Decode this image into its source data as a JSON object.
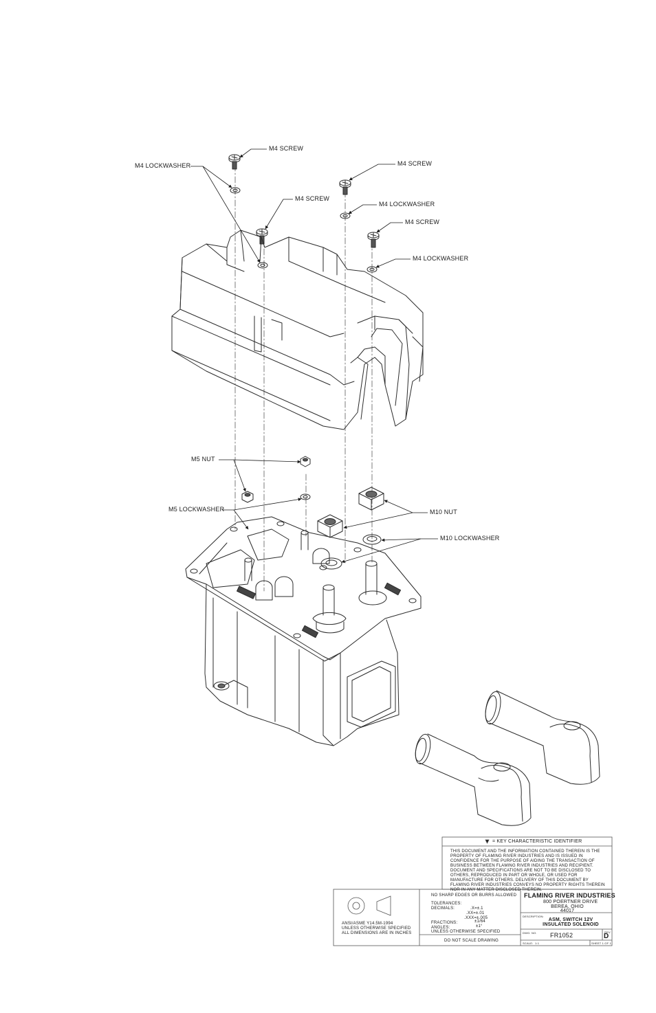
{
  "callouts": {
    "m4_screw_1": "M4 SCREW",
    "m4_lockwasher_1": "M4 LOCKWASHER",
    "m4_screw_2": "M4 SCREW",
    "m4_screw_3": "M4 SCREW",
    "m4_lockwasher_2": "M4 LOCKWASHER",
    "m4_screw_4": "M4 SCREW",
    "m4_lockwasher_3": "M4 LOCKWASHER",
    "m5_nut": "M5 NUT",
    "m5_lockwasher": "M5 LOCKWASHER",
    "m10_nut": "M10 NUT",
    "m10_lockwasher": "M10 LOCKWASHER"
  },
  "title_block": {
    "key_identifier": "= KEY CHARACTERISTIC IDENTIFIER",
    "confidentiality": "THIS DOCUMENT AND THE INFORMATION CONTAINED THEREIN IS THE PROPERTY OF FLAMING RIVER INDUSTRIES AND IS ISSUED IN CONFIDENCE FOR THE PURPOSE OF AIDING THE TRANSACTION OF BUSINESS BETWEEN FLAMING RIVER INDUSTRIES AND RECIPIENT. DOCUMENT AND SPECIFICATIONS ARE NOT TO BE DISCLOSED TO OTHERS, REPRODUCED IN PART OR WHOLE, OR USED FOR MANUFACTURE FOR OTHERS. DELIVERY OF THIS DOCUMENT BY FLAMING RIVER INDUSTRIES CONVEYS NO PROPERTY RIGHTS THEREIN NOR IN ANY MATTER DISCLOSED THEREIN.",
    "standard_1": "ANSI/ASME Y14.5M-1994",
    "standard_2": "UNLESS OTHERWISE SPECIFIED",
    "standard_3": "ALL DIMENSIONS ARE IN INCHES",
    "no_sharp": "NO SHARP EDGES OR BURRS ALLOWED",
    "tolerances": "TOLERANCES:",
    "decimals": "DECIMALS:",
    "tol_x": ".X=±.1",
    "tol_xx": ".XX=±.01",
    "tol_xxx": ".XXX=±.005",
    "fractions": "FRACTIONS:",
    "tol_frac": "±1/64",
    "angles": "ANGLES:",
    "tol_ang": "±1°",
    "unless": "UNLESS OTHERWISE SPECIFIED",
    "do_not_scale": "DO NOT SCALE DRAWING",
    "company": "FLAMING RIVER INDUSTRIES",
    "address_1": "800 POERTNER DRIVE",
    "address_2": "BEREA, OHIO",
    "address_3": "44017",
    "description_label": "DESCRIPTION:",
    "description_1": "ASM, SWITCH 12V",
    "description_2": "INSULATED SOLENOID",
    "dwg_no_label": "DWG. NO.",
    "dwg_no": "FR1052",
    "rev_label": "REV",
    "rev": "D",
    "scale_label": "SCALE:",
    "scale": "1:1",
    "sheet": "SHEET 1 OF 1"
  }
}
